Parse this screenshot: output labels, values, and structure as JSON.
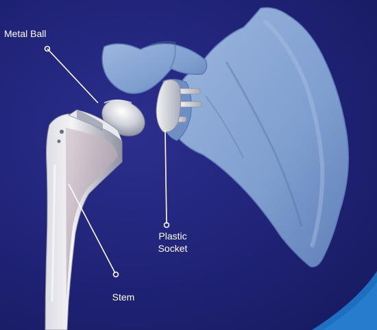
{
  "labels": {
    "metal_ball": "Metal Ball",
    "plastic_socket_line1": "Plastic",
    "plastic_socket_line2": "Socket",
    "stem": "Stem"
  },
  "colors": {
    "background": "#1f2275",
    "bone": "#7f9fd0",
    "bone_shadow": "#4e6fa8",
    "metal": "#c9ccd4",
    "stem_body": "#b9a9b4",
    "accent_corner": "#1f6fc0",
    "leader_line": "#ffffff"
  }
}
